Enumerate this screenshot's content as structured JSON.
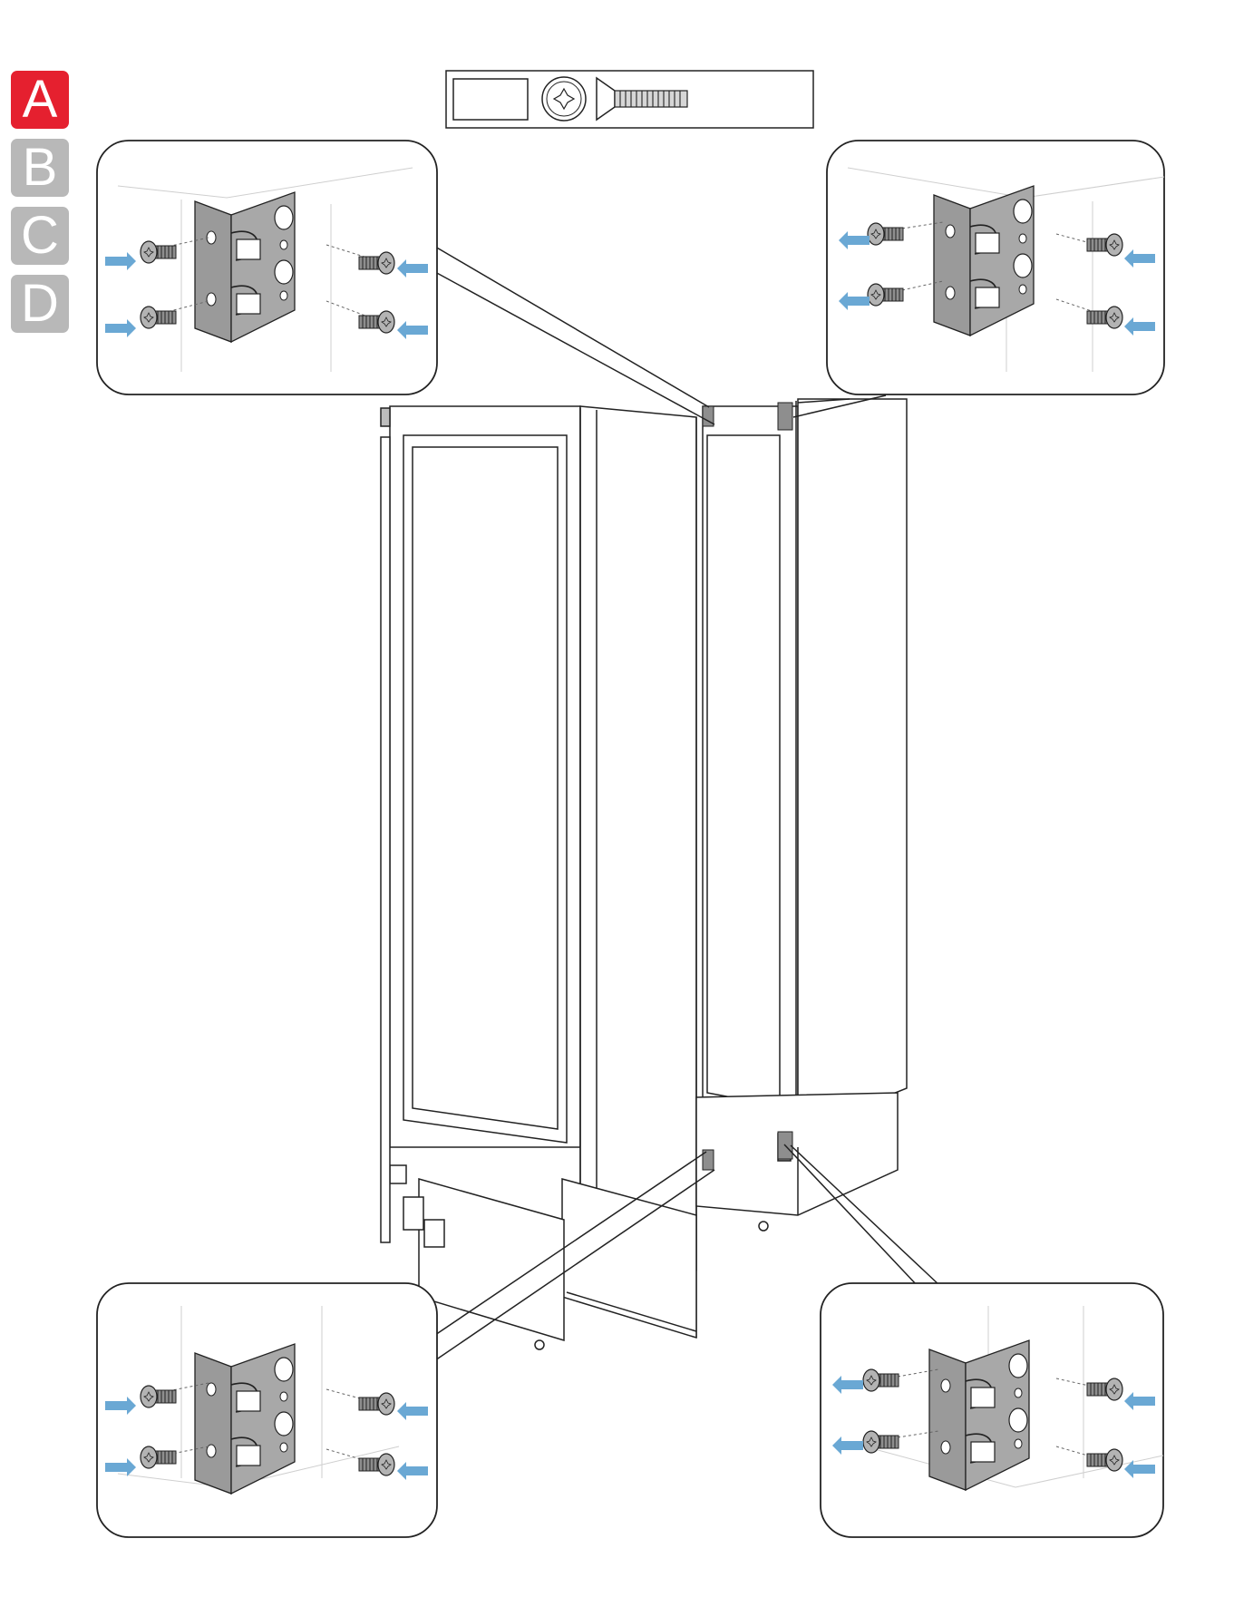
{
  "steps": {
    "items": [
      {
        "label": "A",
        "active": true
      },
      {
        "label": "B",
        "active": false
      },
      {
        "label": "C",
        "active": false
      },
      {
        "label": "D",
        "active": false
      }
    ]
  },
  "hardware": {
    "quantity_label": "",
    "icons": [
      "torx-head-icon",
      "countersunk-screw-icon"
    ]
  },
  "colors": {
    "active_tab": "#e5202f",
    "inactive_tab": "#b8b8b8",
    "bracket": "#9a9a9a",
    "arrow": "#6aa8d4",
    "line": "#1a1a1a"
  },
  "callouts": [
    {
      "id": "top-left",
      "description_icon": "hinge-bracket-icon"
    },
    {
      "id": "top-right",
      "description_icon": "hinge-bracket-icon"
    },
    {
      "id": "bottom-left",
      "description_icon": "hinge-bracket-icon"
    },
    {
      "id": "bottom-right",
      "description_icon": "hinge-bracket-icon"
    }
  ]
}
